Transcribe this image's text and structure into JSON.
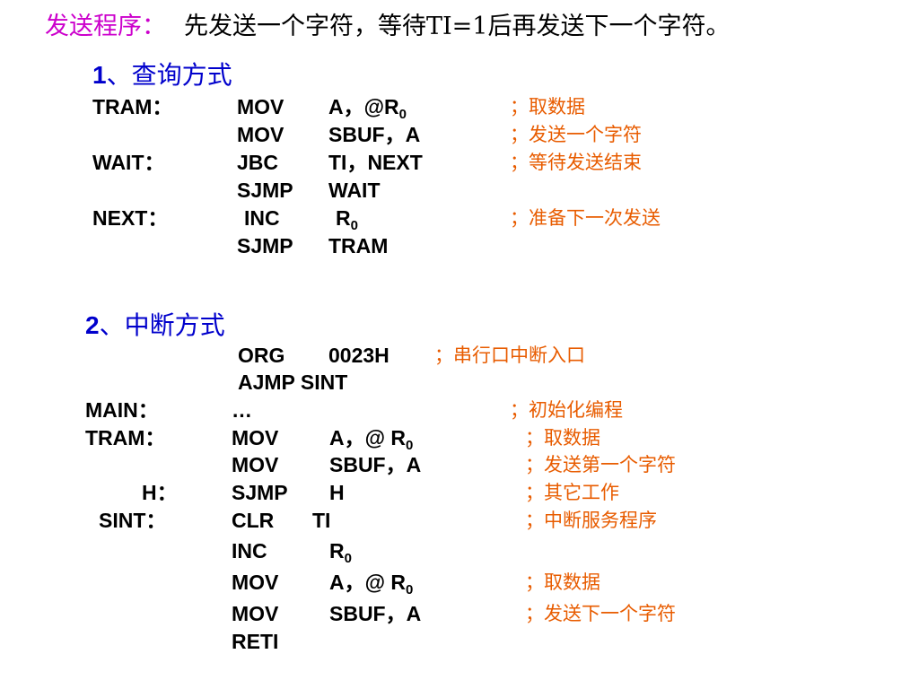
{
  "title": {
    "label": "发送程序：",
    "description": "先发送一个字符，等待TI=1后再发送下一个字符。"
  },
  "section1": {
    "number": "1",
    "heading": "、查询方式",
    "lines": [
      {
        "label": "TRAM：",
        "op": "MOV",
        "arg1": "A，@R",
        "arg1_sub": "0",
        "comment": "；取数据"
      },
      {
        "label": "",
        "op": "MOV",
        "arg1": "SBUF，A",
        "arg1_sub": "",
        "comment": "；发送一个字符"
      },
      {
        "label": "WAIT：",
        "op": "JBC",
        "arg1": "TI，NEXT",
        "arg1_sub": "",
        "comment": "；等待发送结束"
      },
      {
        "label": "",
        "op": "SJMP",
        "arg1": "WAIT",
        "arg1_sub": "",
        "comment": ""
      },
      {
        "label": "NEXT：",
        "op": "INC",
        "arg1": "R",
        "arg1_sub": "0",
        "comment": "；准备下一次发送"
      },
      {
        "label": "",
        "op": "SJMP",
        "arg1": "TRAM",
        "arg1_sub": "",
        "comment": ""
      }
    ]
  },
  "section2": {
    "number": "2",
    "heading": "、中断方式",
    "lines": [
      {
        "label": "",
        "op": "ORG",
        "arg1": "0023H",
        "arg1_sub": "",
        "comment": "；串行口中断入口"
      },
      {
        "label": "",
        "op": "AJMP SINT",
        "arg1": "",
        "arg1_sub": "",
        "comment": ""
      },
      {
        "label": "MAIN：",
        "op": "…",
        "arg1": "",
        "arg1_sub": "",
        "comment": "；初始化编程"
      },
      {
        "label": "TRAM：",
        "op": "MOV",
        "arg1": "A，@ R",
        "arg1_sub": "0",
        "comment": "；取数据"
      },
      {
        "label": "",
        "op": "MOV",
        "arg1": "SBUF，A",
        "arg1_sub": "",
        "comment": "；发送第一个字符"
      },
      {
        "label": "H：",
        "op": "SJMP",
        "arg1": "H",
        "arg1_sub": "",
        "comment": "；其它工作"
      },
      {
        "label": "SINT：",
        "op": "CLR",
        "arg1": "TI",
        "arg1_sub": "",
        "comment": "；中断服务程序"
      },
      {
        "label": "",
        "op": "INC",
        "arg1": "R",
        "arg1_sub": "0",
        "comment": ""
      },
      {
        "label": "",
        "op": "MOV",
        "arg1": "A，@ R",
        "arg1_sub": "0",
        "comment": "；取数据"
      },
      {
        "label": "",
        "op": "MOV",
        "arg1": "SBUF，A",
        "arg1_sub": "",
        "comment": "；发送下一个字符"
      },
      {
        "label": "",
        "op": "RETI",
        "arg1": "",
        "arg1_sub": "",
        "comment": ""
      }
    ]
  }
}
